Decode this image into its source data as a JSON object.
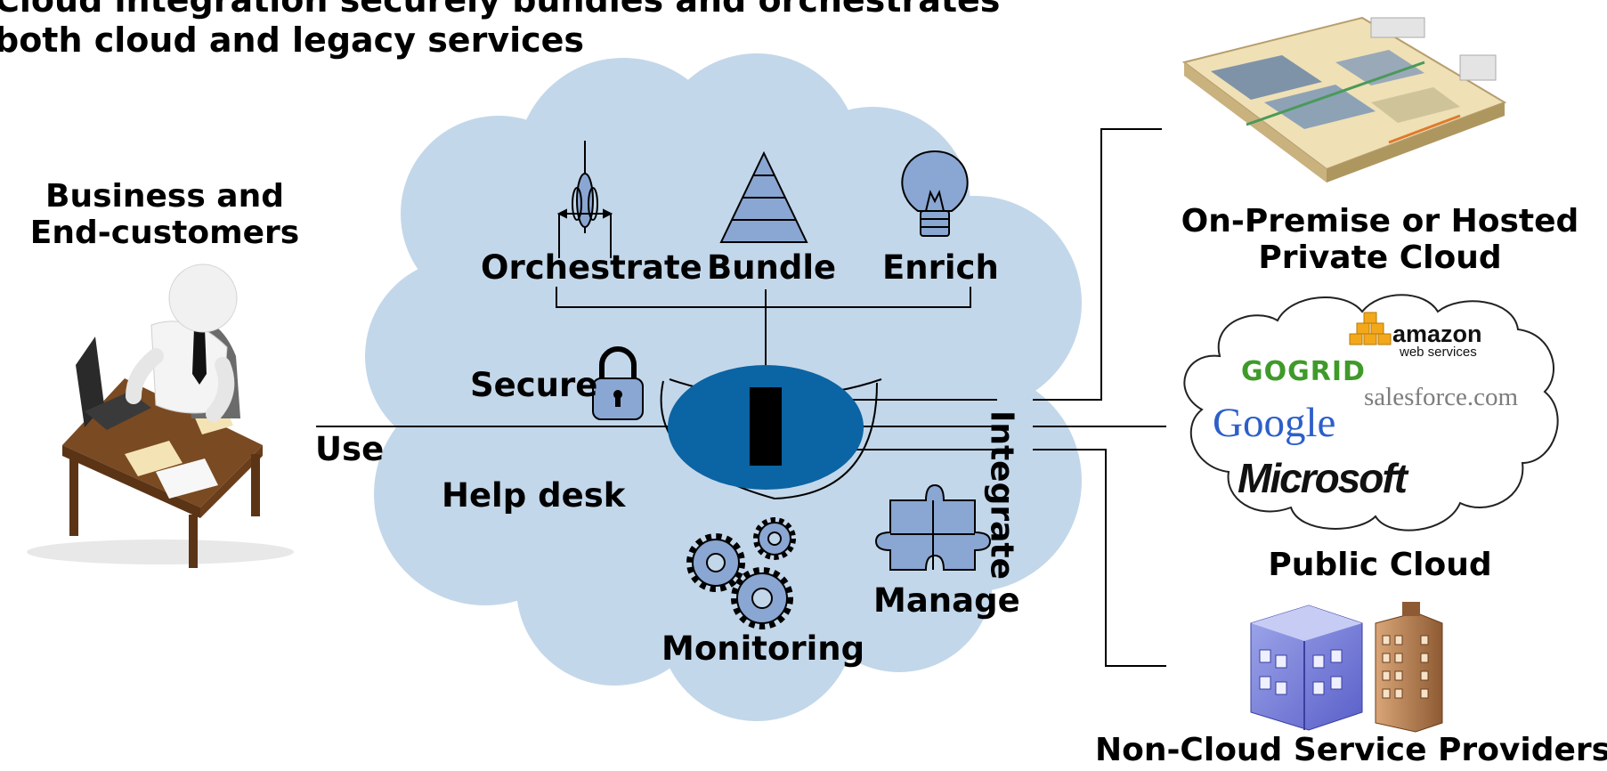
{
  "title": {
    "line1": "Cloud integration securely bundles and orchestrates",
    "line2": "both cloud and legacy services"
  },
  "left": {
    "line1": "Business and",
    "line2": "End-customers"
  },
  "cloud": {
    "orchestrate": "Orchestrate",
    "bundle": "Bundle",
    "enrich": "Enrich",
    "secure": "Secure",
    "use": "Use",
    "help_desk": "Help desk",
    "monitoring": "Monitoring",
    "manage": "Manage",
    "integrate": "Integrate"
  },
  "right": {
    "private_line1": "On-Premise or Hosted",
    "private_line2": "Private Cloud",
    "public": "Public Cloud",
    "noncloud": "Non-Cloud Service Providers"
  },
  "logos": {
    "amazon": "amazon",
    "amazon_sub": "web services",
    "gogrid": "GOGRID",
    "salesforce": "salesforce.com",
    "google": "Google",
    "microsoft": "Microsoft"
  },
  "colors": {
    "cloud_fill": "#c3d7ea",
    "hub_fill": "#0b64a3",
    "icon_fill": "#8aa6d2",
    "desk_brown": "#7a4a22"
  }
}
